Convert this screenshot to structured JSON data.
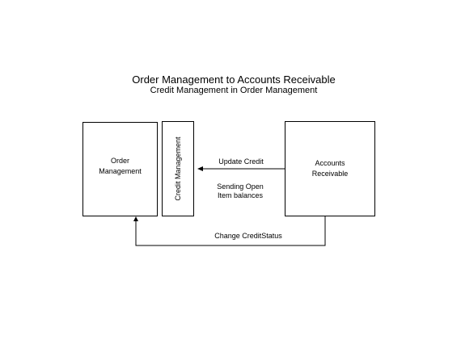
{
  "diagram": {
    "title": "Order Management to Accounts Receivable",
    "subtitle": "Credit Management in Order Management",
    "nodes": {
      "order_management": "Order\nManagement",
      "credit_management": "Credit Management",
      "accounts_receivable": "Accounts\nReceivable"
    },
    "edges": {
      "update_credit": "Update Credit",
      "sending_open_item": "Sending Open\nItem balances",
      "change_credit_status": "Change CreditStatus"
    }
  }
}
